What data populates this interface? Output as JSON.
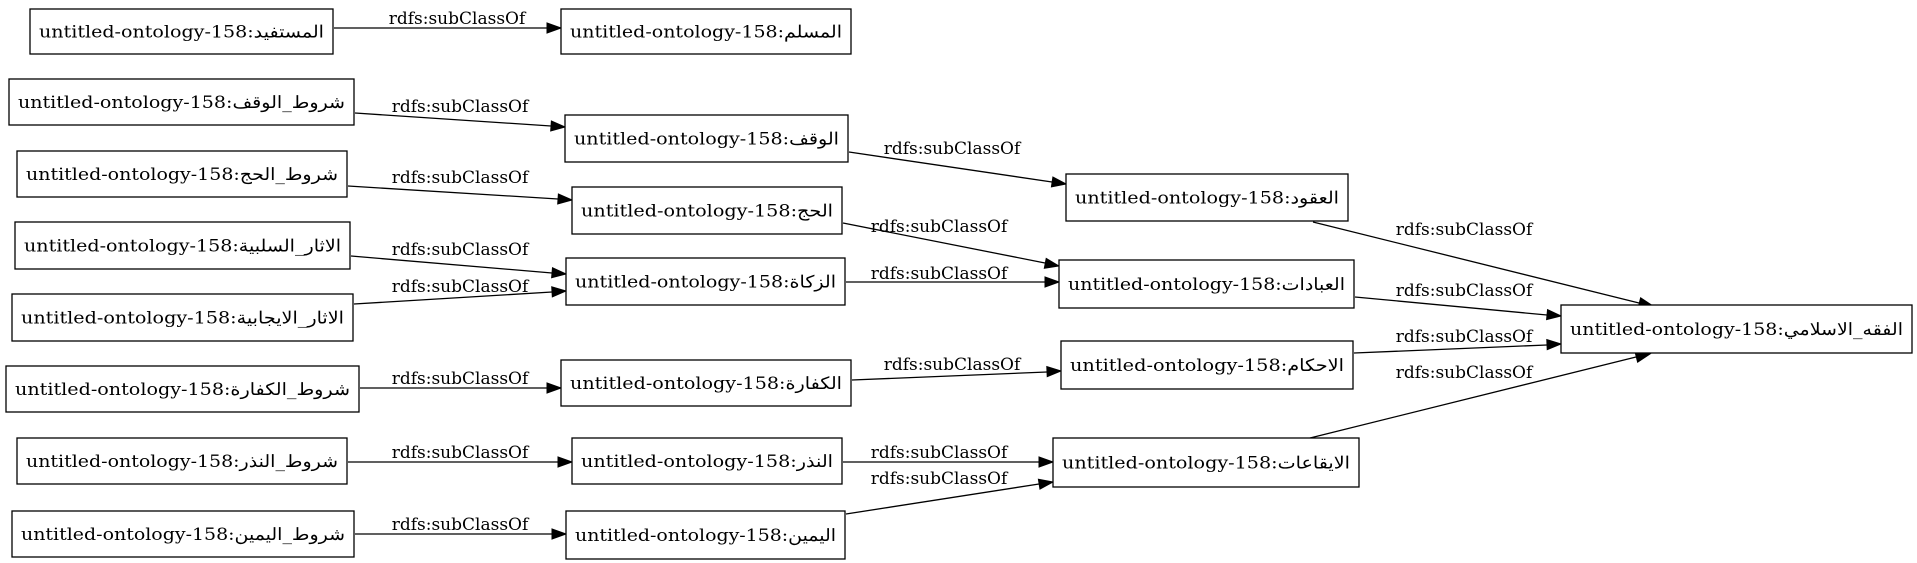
{
  "prefix": "untitled-ontology-158:",
  "edge_label": "rdfs:subClassOf",
  "nodes": [
    {
      "id": "mustafid",
      "label": "untitled-ontology-158:المستفيد"
    },
    {
      "id": "muslim",
      "label": "untitled-ontology-158:المسلم"
    },
    {
      "id": "shurut_waqf",
      "label": "untitled-ontology-158:شروط_الوقف"
    },
    {
      "id": "waqf",
      "label": "untitled-ontology-158:الوقف"
    },
    {
      "id": "uqud",
      "label": "untitled-ontology-158:العقود"
    },
    {
      "id": "shurut_hajj",
      "label": "untitled-ontology-158:شروط_الحج"
    },
    {
      "id": "hajj",
      "label": "untitled-ontology-158:الحج"
    },
    {
      "id": "athar_salbiya",
      "label": "untitled-ontology-158:الاثار_السلبية"
    },
    {
      "id": "athar_ijabiya",
      "label": "untitled-ontology-158:الاثار_الايجابية"
    },
    {
      "id": "zakat",
      "label": "untitled-ontology-158:الزكاة"
    },
    {
      "id": "ibadat",
      "label": "untitled-ontology-158:العبادات"
    },
    {
      "id": "fiqh",
      "label": "untitled-ontology-158:الفقه_الاسلامي"
    },
    {
      "id": "shurut_kaffara",
      "label": "untitled-ontology-158:شروط_الكفارة"
    },
    {
      "id": "kaffara",
      "label": "untitled-ontology-158:الكفارة"
    },
    {
      "id": "ahkam",
      "label": "untitled-ontology-158:الاحكام"
    },
    {
      "id": "shurut_nadhr",
      "label": "untitled-ontology-158:شروط_النذر"
    },
    {
      "id": "nadhr",
      "label": "untitled-ontology-158:النذر"
    },
    {
      "id": "iqaat",
      "label": "untitled-ontology-158:الايقاعات"
    },
    {
      "id": "shurut_yamin",
      "label": "untitled-ontology-158:شروط_اليمين"
    },
    {
      "id": "yamin",
      "label": "untitled-ontology-158:اليمين"
    }
  ],
  "edges": [
    {
      "from": "mustafid",
      "to": "muslim",
      "label": "rdfs:subClassOf"
    },
    {
      "from": "shurut_waqf",
      "to": "waqf",
      "label": "rdfs:subClassOf"
    },
    {
      "from": "waqf",
      "to": "uqud",
      "label": "rdfs:subClassOf"
    },
    {
      "from": "shurut_hajj",
      "to": "hajj",
      "label": "rdfs:subClassOf"
    },
    {
      "from": "hajj",
      "to": "ibadat",
      "label": "rdfs:subClassOf"
    },
    {
      "from": "athar_salbiya",
      "to": "zakat",
      "label": "rdfs:subClassOf"
    },
    {
      "from": "athar_ijabiya",
      "to": "zakat",
      "label": "rdfs:subClassOf"
    },
    {
      "from": "zakat",
      "to": "ibadat",
      "label": "rdfs:subClassOf"
    },
    {
      "from": "uqud",
      "to": "fiqh",
      "label": "rdfs:subClassOf"
    },
    {
      "from": "ibadat",
      "to": "fiqh",
      "label": "rdfs:subClassOf"
    },
    {
      "from": "ahkam",
      "to": "fiqh",
      "label": "rdfs:subClassOf"
    },
    {
      "from": "iqaat",
      "to": "fiqh",
      "label": "rdfs:subClassOf"
    },
    {
      "from": "shurut_kaffara",
      "to": "kaffara",
      "label": "rdfs:subClassOf"
    },
    {
      "from": "kaffara",
      "to": "ahkam",
      "label": "rdfs:subClassOf"
    },
    {
      "from": "shurut_nadhr",
      "to": "nadhr",
      "label": "rdfs:subClassOf"
    },
    {
      "from": "nadhr",
      "to": "iqaat",
      "label": "rdfs:subClassOf"
    },
    {
      "from": "shurut_yamin",
      "to": "yamin",
      "label": "rdfs:subClassOf"
    },
    {
      "from": "yamin",
      "to": "iqaat",
      "label": "rdfs:subClassOf"
    }
  ]
}
